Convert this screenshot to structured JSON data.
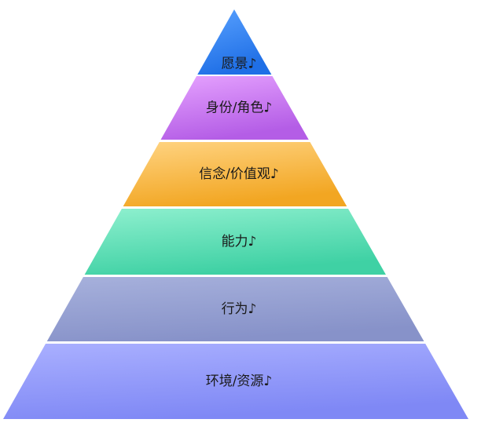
{
  "diagram": {
    "layers": [
      {
        "label": "愿景♪",
        "color_top": "#5aa2ff",
        "color_bottom": "#1f6fe6"
      },
      {
        "label": "身份/角色♪",
        "color_top": "#e6a3ff",
        "color_bottom": "#b45de6"
      },
      {
        "label": "信念/价值观♪",
        "color_top": "#ffd483",
        "color_bottom": "#f2a622"
      },
      {
        "label": "能力♪",
        "color_top": "#8ff0cf",
        "color_bottom": "#3fd1a4"
      },
      {
        "label": "行为♪",
        "color_top": "#a7b1dc",
        "color_bottom": "#8792c9"
      },
      {
        "label": "环境/资源♪",
        "color_top": "#aab0ff",
        "color_bottom": "#7f88f5"
      }
    ]
  }
}
